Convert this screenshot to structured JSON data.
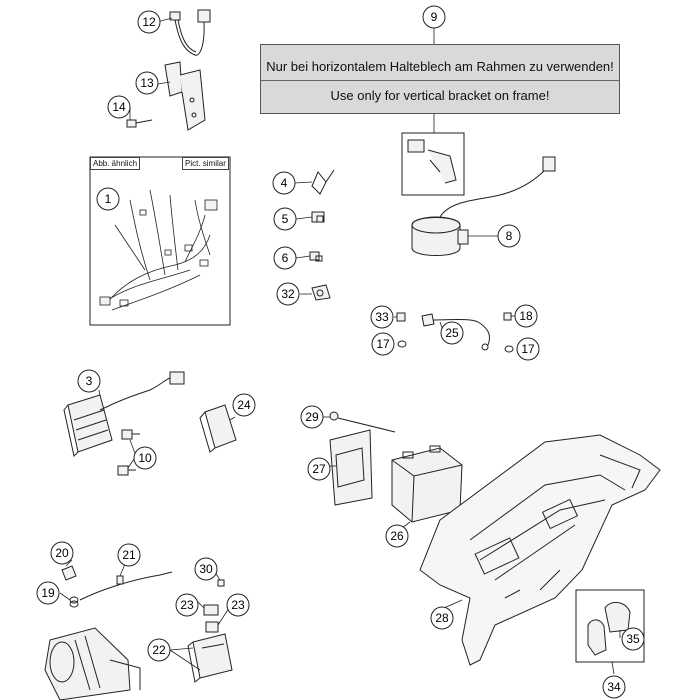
{
  "note": {
    "german": "Nur bei horizontalem Halteblech am Rahmen zu verwenden!",
    "english": "Use only for vertical bracket on frame!"
  },
  "illustration_labels": {
    "similar_de": "Abb. ähnlich",
    "similar_en": "Pict. similar"
  },
  "callouts": [
    "1",
    "3",
    "4",
    "5",
    "6",
    "8",
    "9",
    "10",
    "12",
    "13",
    "14",
    "17",
    "17",
    "18",
    "19",
    "20",
    "21",
    "22",
    "23",
    "23",
    "24",
    "25",
    "26",
    "27",
    "28",
    "29",
    "30",
    "32",
    "33",
    "34",
    "35"
  ],
  "colors": {
    "ink": "#222222",
    "note_fill": "#d9d9d9",
    "part_fill": "#f2f2f2"
  }
}
